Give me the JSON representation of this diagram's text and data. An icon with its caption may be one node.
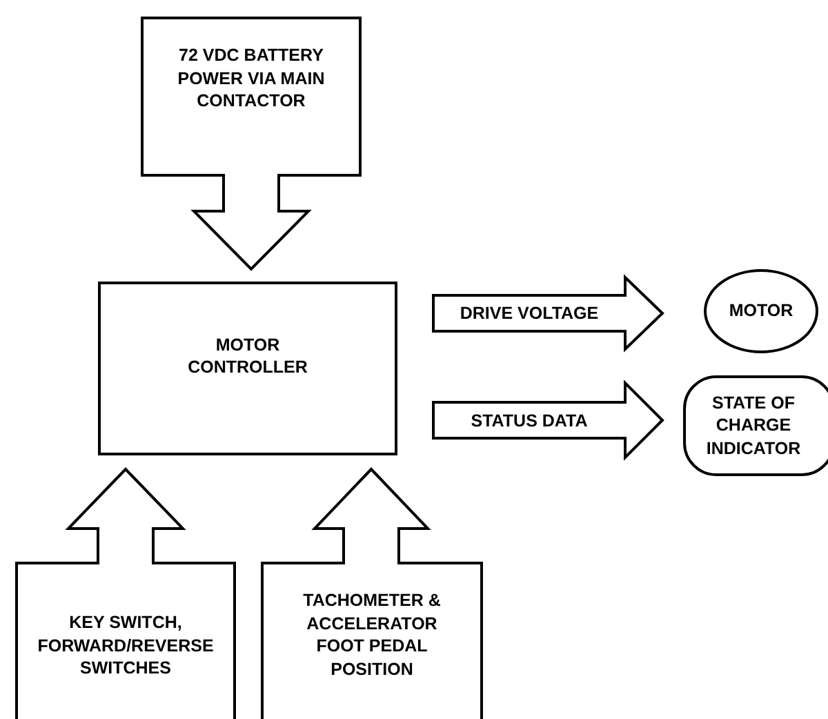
{
  "diagram": {
    "nodes": [
      {
        "text": [
          "72 VDC BATTERY POWER VIA MAIN CONTACTOR"
        ]
      },
      {
        "text": [
          "MOTOR CONTROLLER"
        ]
      },
      {
        "text": [
          "MOTOR"
        ]
      },
      {
        "text": [
          "STATE OF CHARGE INDICATOR"
        ]
      },
      {
        "text": [
          "KEY SWITCH, FORWARD/REVERSE SWITCHES"
        ]
      },
      {
        "text": [
          "TACHOMETER & ACCELERATOR FOOT PEDAL POSITION"
        ]
      }
    ],
    "edges": [
      {
        "from": 0,
        "to": 1,
        "arrow": "to",
        "style": "thick"
      },
      {
        "from": 1,
        "to": 2,
        "arrow": "to",
        "style": "thick",
        "label": "DRIVE VOLTAGE"
      },
      {
        "from": 1,
        "to": 3,
        "arrow": "to",
        "style": "thick",
        "label": "STATUS DATA"
      },
      {
        "from": 4,
        "to": 1,
        "arrow": "to",
        "style": "thick"
      },
      {
        "from": 5,
        "to": 1,
        "arrow": "to",
        "style": "thick"
      }
    ]
  }
}
